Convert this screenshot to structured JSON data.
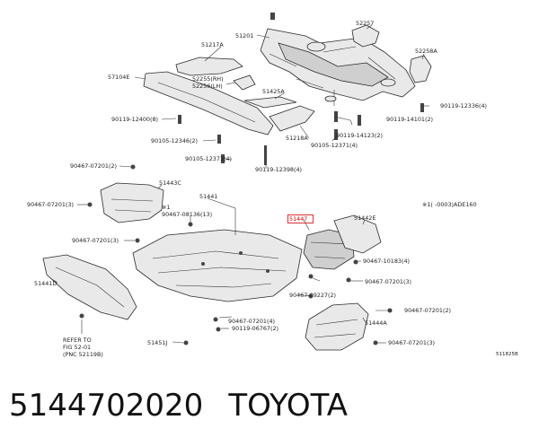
{
  "caption": {
    "part_number": "5144702020",
    "brand": "TOYOTA"
  },
  "callouts": {
    "c51201": "51201",
    "c52257": "52257",
    "c51217a": "51217A",
    "c52258a": "52258A",
    "c57104e": "57104E",
    "c52255": "52255(RH)",
    "c52256": "52256(LH)",
    "c51425a": "51425A",
    "c90119_12400": "90119-12400(8)",
    "c90119_12336": "90119-12336(4)",
    "c90119_14101": "90119-14101(2)",
    "c90105_12346": "90105-12346(2)",
    "c51218a": "51218A",
    "c90119_14123": "90119-14123(2)",
    "c90105_12371a": "90105-12371(4)",
    "c90105_12371b": "90105-12371(4)",
    "c90119_12398": "90119-12398(4)",
    "c90467_07201_2": "90467-07201(2)",
    "c51443c": "51443C",
    "c90467_07201_3": "90467-07201(3)",
    "c51441": "51441",
    "c90467_08136": "90467-08136(13)",
    "c51447": "51447",
    "c51442e": "51442E",
    "c90467_07201_3b": "90467-07201(3)",
    "c51441d": "51441D",
    "c90467_10183": "90467-10183(4)",
    "c90467_07201_3c": "90467-07201(3)",
    "c90467_09227": "90467-09227(2)",
    "c90467_07201_2b": "90467-07201(2)",
    "c90467_07201_4": "90467-07201(4)",
    "c90119_06767": "90119-06767(2)",
    "c51444a": "51444A",
    "c90467_07201_3d": "90467-07201(3)",
    "c51451j": "51451J",
    "note_mark": "※1",
    "note_range": "※1(      -0003)ADE160",
    "refer_1": "REFER TO",
    "refer_2": "FIG 52-01",
    "refer_3": "(PNC 52119B)",
    "fig_code": "511825B"
  }
}
